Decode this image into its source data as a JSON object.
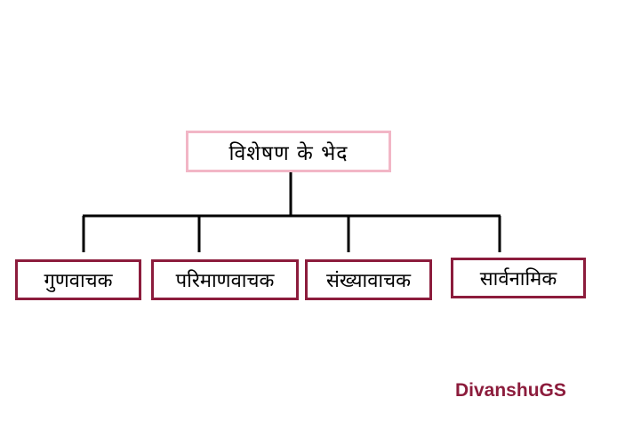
{
  "diagram": {
    "root": {
      "label": "विशेषण के भेद"
    },
    "children": [
      {
        "label": "गुणवाचक"
      },
      {
        "label": "परिमाणवाचक"
      },
      {
        "label": "संख्यावाचक"
      },
      {
        "label": "सार्वनामिक"
      }
    ],
    "colors": {
      "root_border": "#f2b6c6",
      "child_border": "#8c1c3c",
      "connector": "#000000",
      "watermark": "#8c1c3c"
    }
  },
  "watermark": {
    "text": "DivanshuGS"
  }
}
